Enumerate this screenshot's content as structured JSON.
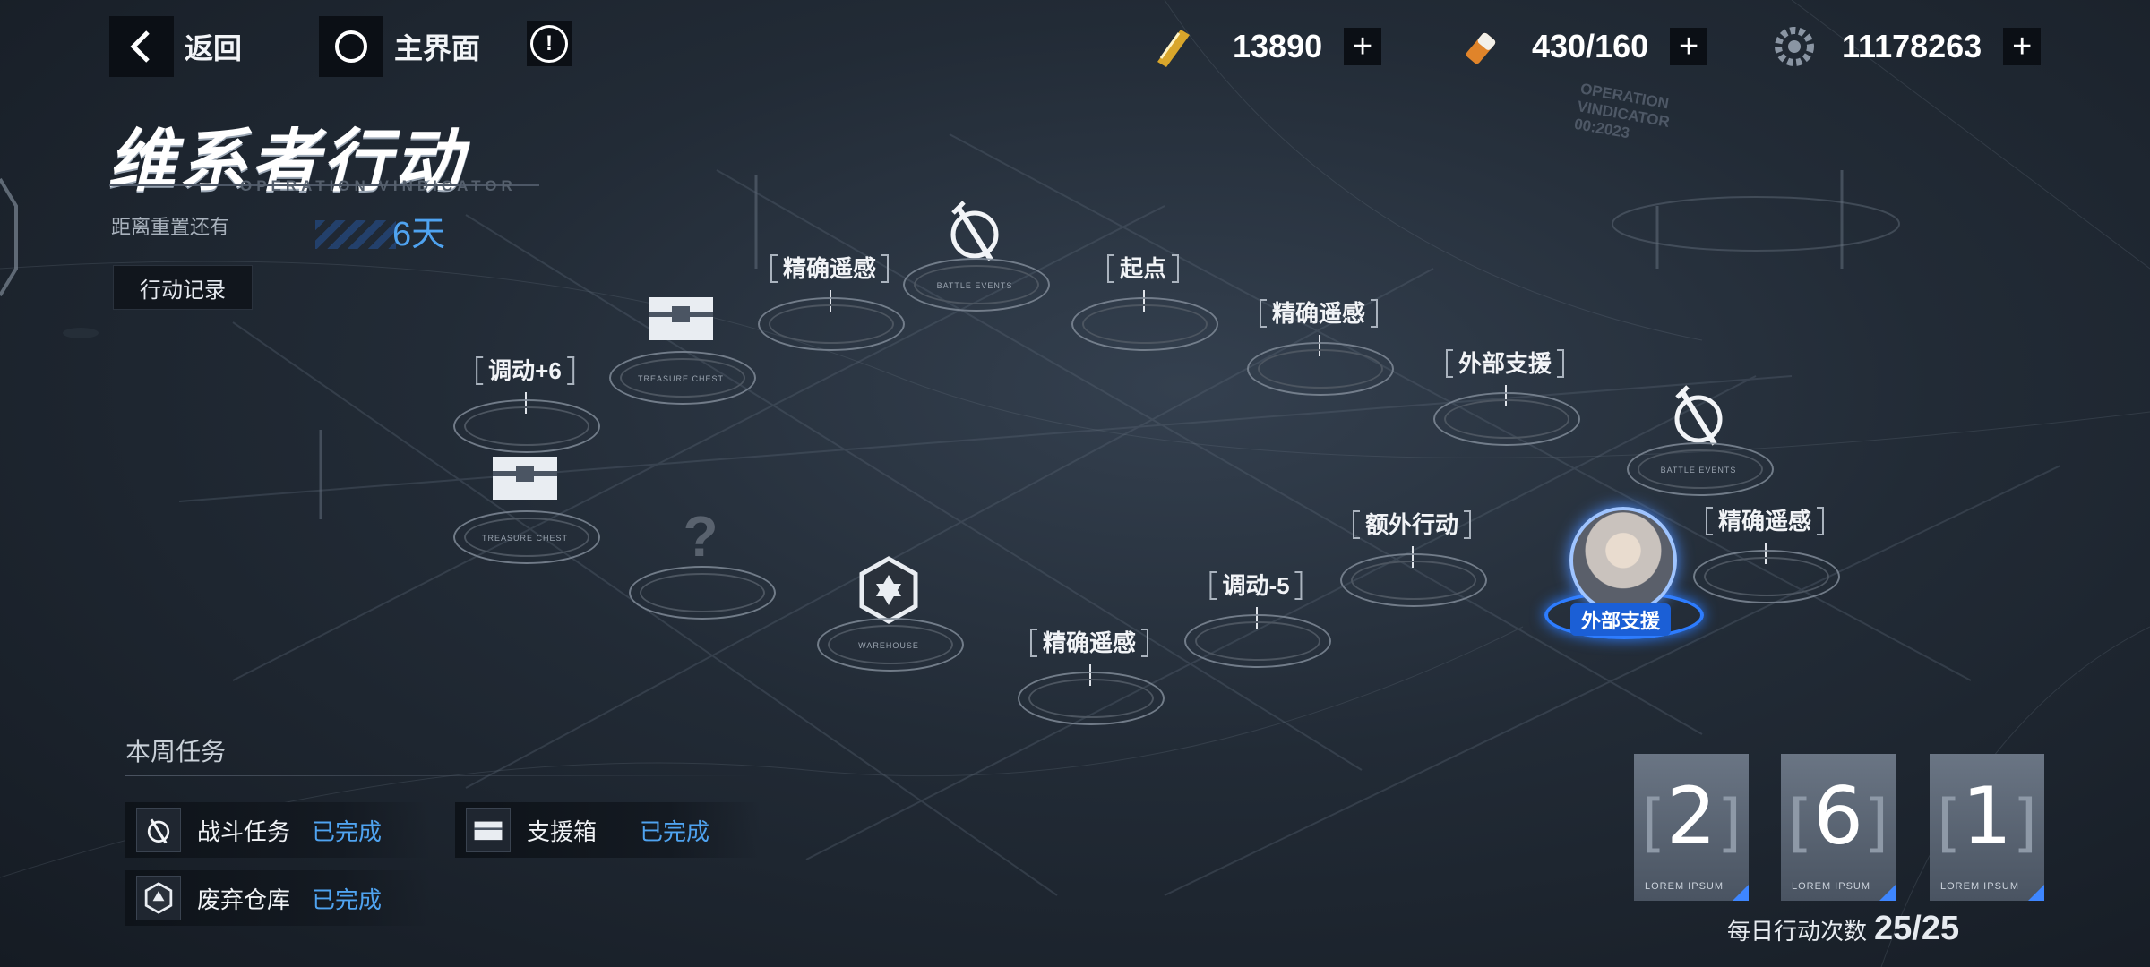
{
  "topbar": {
    "back_label": "返回",
    "home_label": "主界面",
    "info_symbol": "!"
  },
  "resources": [
    {
      "icon": "ticket-icon",
      "value": "13890",
      "accent": "#d9a62b"
    },
    {
      "icon": "battery-icon",
      "value": "430/160",
      "accent": "#e0842a"
    },
    {
      "icon": "gear-icon",
      "value": "11178263",
      "accent": "#8a95a3"
    }
  ],
  "event": {
    "title": "维系者行动",
    "subtitle": "OPERATION VINDICATOR",
    "reset_label": "距离重置还有",
    "reset_value": "6天",
    "log_button": "行动记录",
    "deco_text": "OPERATION\nVINDICATOR\n00:2023"
  },
  "map": {
    "nodes": [
      {
        "label": "精确遥感"
      },
      {
        "label": "起点"
      },
      {
        "label": "精确遥感"
      },
      {
        "label": "外部支援"
      },
      {
        "label": "调动+6"
      },
      {
        "label": "额外行动"
      },
      {
        "label": "精确遥感"
      },
      {
        "label": "调动-5"
      },
      {
        "label": "精确遥感"
      }
    ],
    "icon_nodes": [
      {
        "icon": "battle-event-icon",
        "caption": "BATTLE EVENTS"
      },
      {
        "icon": "treasure-chest-icon",
        "caption": "TREASURE CHEST"
      },
      {
        "icon": "treasure-chest-icon",
        "caption": "TREASURE CHEST"
      },
      {
        "icon": "battle-event-icon",
        "caption": "BATTLE EVENTS"
      },
      {
        "icon": "unknown-icon",
        "caption": "?"
      },
      {
        "icon": "warehouse-icon",
        "caption": "WAREHOUSE"
      }
    ],
    "player": {
      "tag": "外部支援"
    }
  },
  "weekly": {
    "title": "本周任务",
    "missions": [
      {
        "icon": "battle-event-icon",
        "name": "战斗任务",
        "status": "已完成"
      },
      {
        "icon": "treasure-chest-icon",
        "name": "支援箱",
        "status": "已完成"
      },
      {
        "icon": "warehouse-icon",
        "name": "废弃仓库",
        "status": "已完成"
      }
    ]
  },
  "counters": {
    "digits": [
      "2",
      "6",
      "1"
    ],
    "caption": "LOREM IPSUM",
    "daily_label": "每日行动次数",
    "daily_value": "25/25"
  }
}
